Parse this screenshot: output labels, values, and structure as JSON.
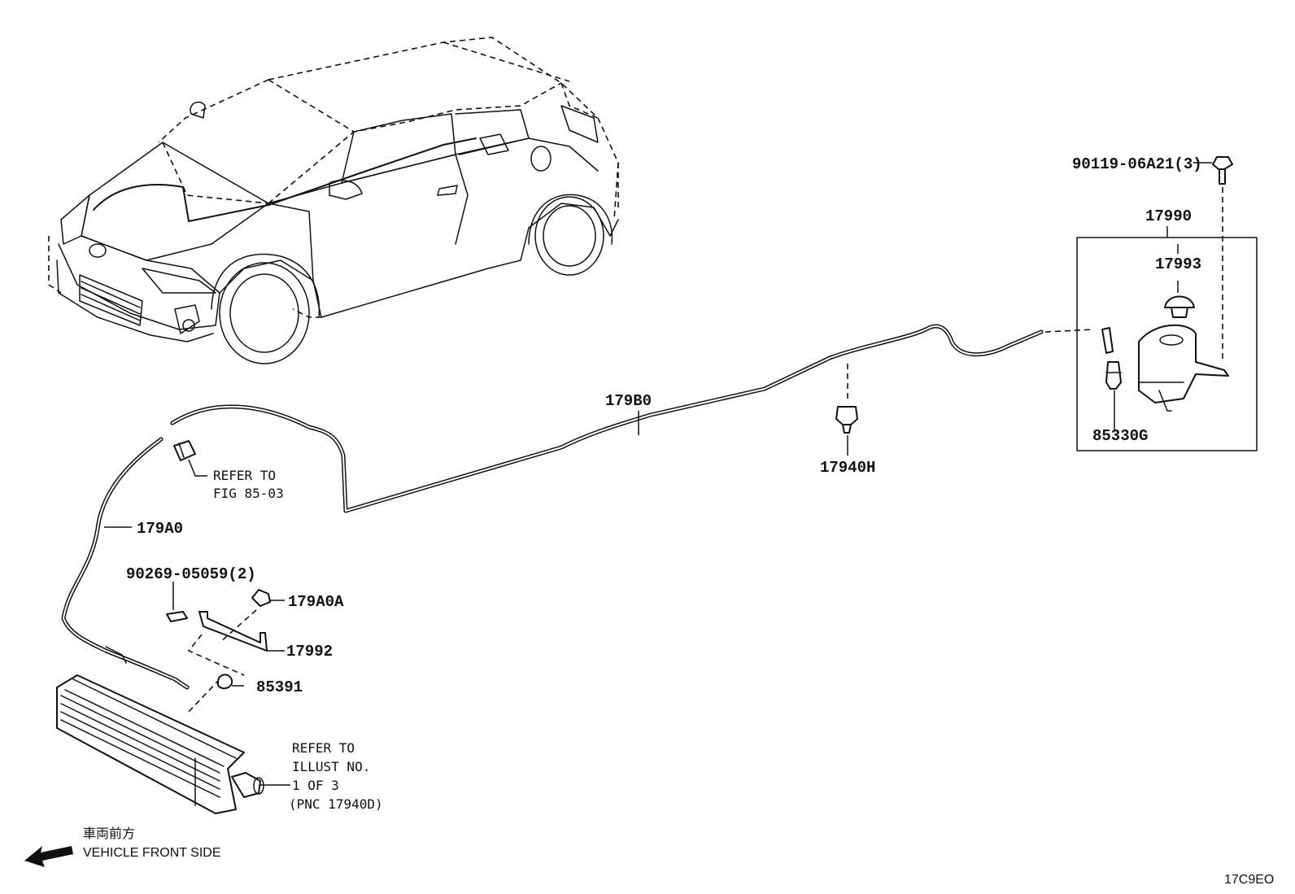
{
  "labels": {
    "bolt_90119": "90119-06A21(3)",
    "tank_assy_17990": "17990",
    "cap_17993": "17993",
    "sensor_85330g": "85330G",
    "hose_179b0": "179B0",
    "valve_17940h": "17940H",
    "hose_179a0": "179A0",
    "clamp_90269": "90269-05059(2)",
    "clamp_179a0a": "179A0A",
    "bracket_17992": "17992",
    "nozzle_85391": "85391"
  },
  "notes": {
    "refer_fig_line1": "REFER TO",
    "refer_fig_line2": "FIG 85-03",
    "refer_illust_line1": "REFER TO",
    "refer_illust_line2": "ILLUST NO.",
    "refer_illust_line3": "1 OF 3",
    "refer_illust_line4": "(PNC 17940D)"
  },
  "direction": {
    "japanese": "車両前方",
    "english": "VEHICLE FRONT SIDE"
  },
  "figure_id": "17C9EO"
}
